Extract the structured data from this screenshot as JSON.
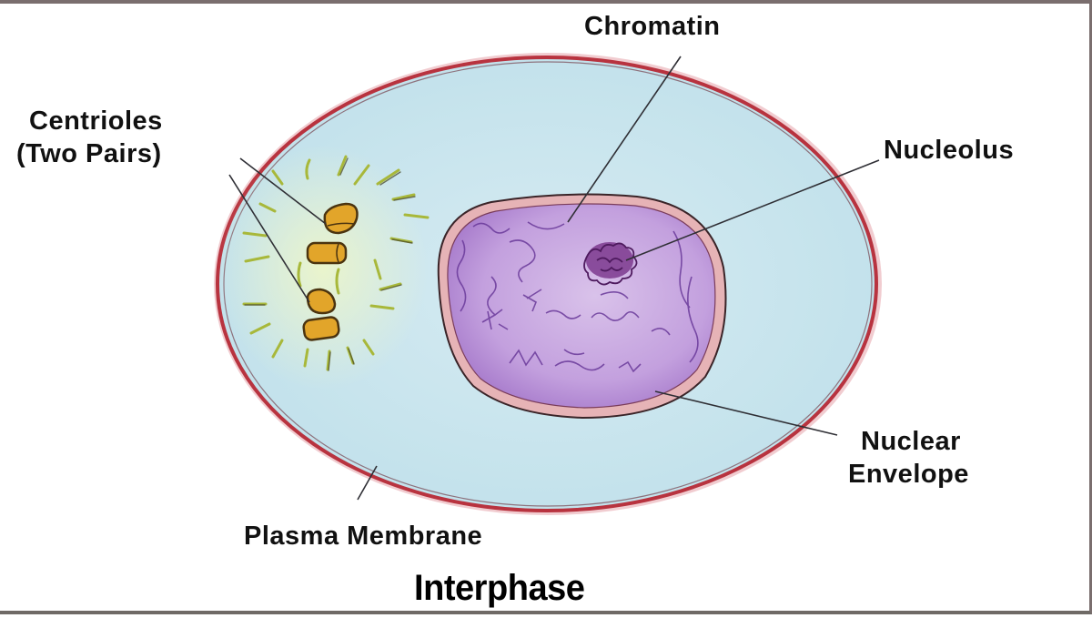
{
  "diagram": {
    "title": "Interphase",
    "labels": {
      "centrioles_line1": "Centrioles",
      "centrioles_line2": "(Two Pairs)",
      "chromatin": "Chromatin",
      "nucleolus": "Nucleolus",
      "nuclear_envelope_line1": "Nuclear",
      "nuclear_envelope_line2": "Envelope",
      "plasma_membrane": "Plasma Membrane"
    },
    "structures": [
      {
        "name": "plasma-membrane",
        "shape": "ellipse",
        "fill": "#c9e4ec",
        "stroke": "#b8333f"
      },
      {
        "name": "cytoplasm",
        "fill": "#cfe6ef"
      },
      {
        "name": "nucleus",
        "fill": "#c9a6e0",
        "stroke": "#c2606c"
      },
      {
        "name": "nucleolus",
        "fill": "#6b2a7a"
      },
      {
        "name": "centrioles",
        "count": 4,
        "fill": "#e2a52a",
        "stroke": "#5a3c10"
      },
      {
        "name": "aster-fibers",
        "color": "#a8bf36"
      }
    ],
    "colors": {
      "border": "#7a6e6e",
      "cytoplasm": "#cbe5ee",
      "membrane": "#b8333f",
      "nucleus": "#c8a4df",
      "chromatin": "#6a3a9a",
      "nucleolus": "#5e2470",
      "centriole": "#e0a428",
      "aster": "#b5c83c",
      "leader_line": "#333333"
    }
  }
}
